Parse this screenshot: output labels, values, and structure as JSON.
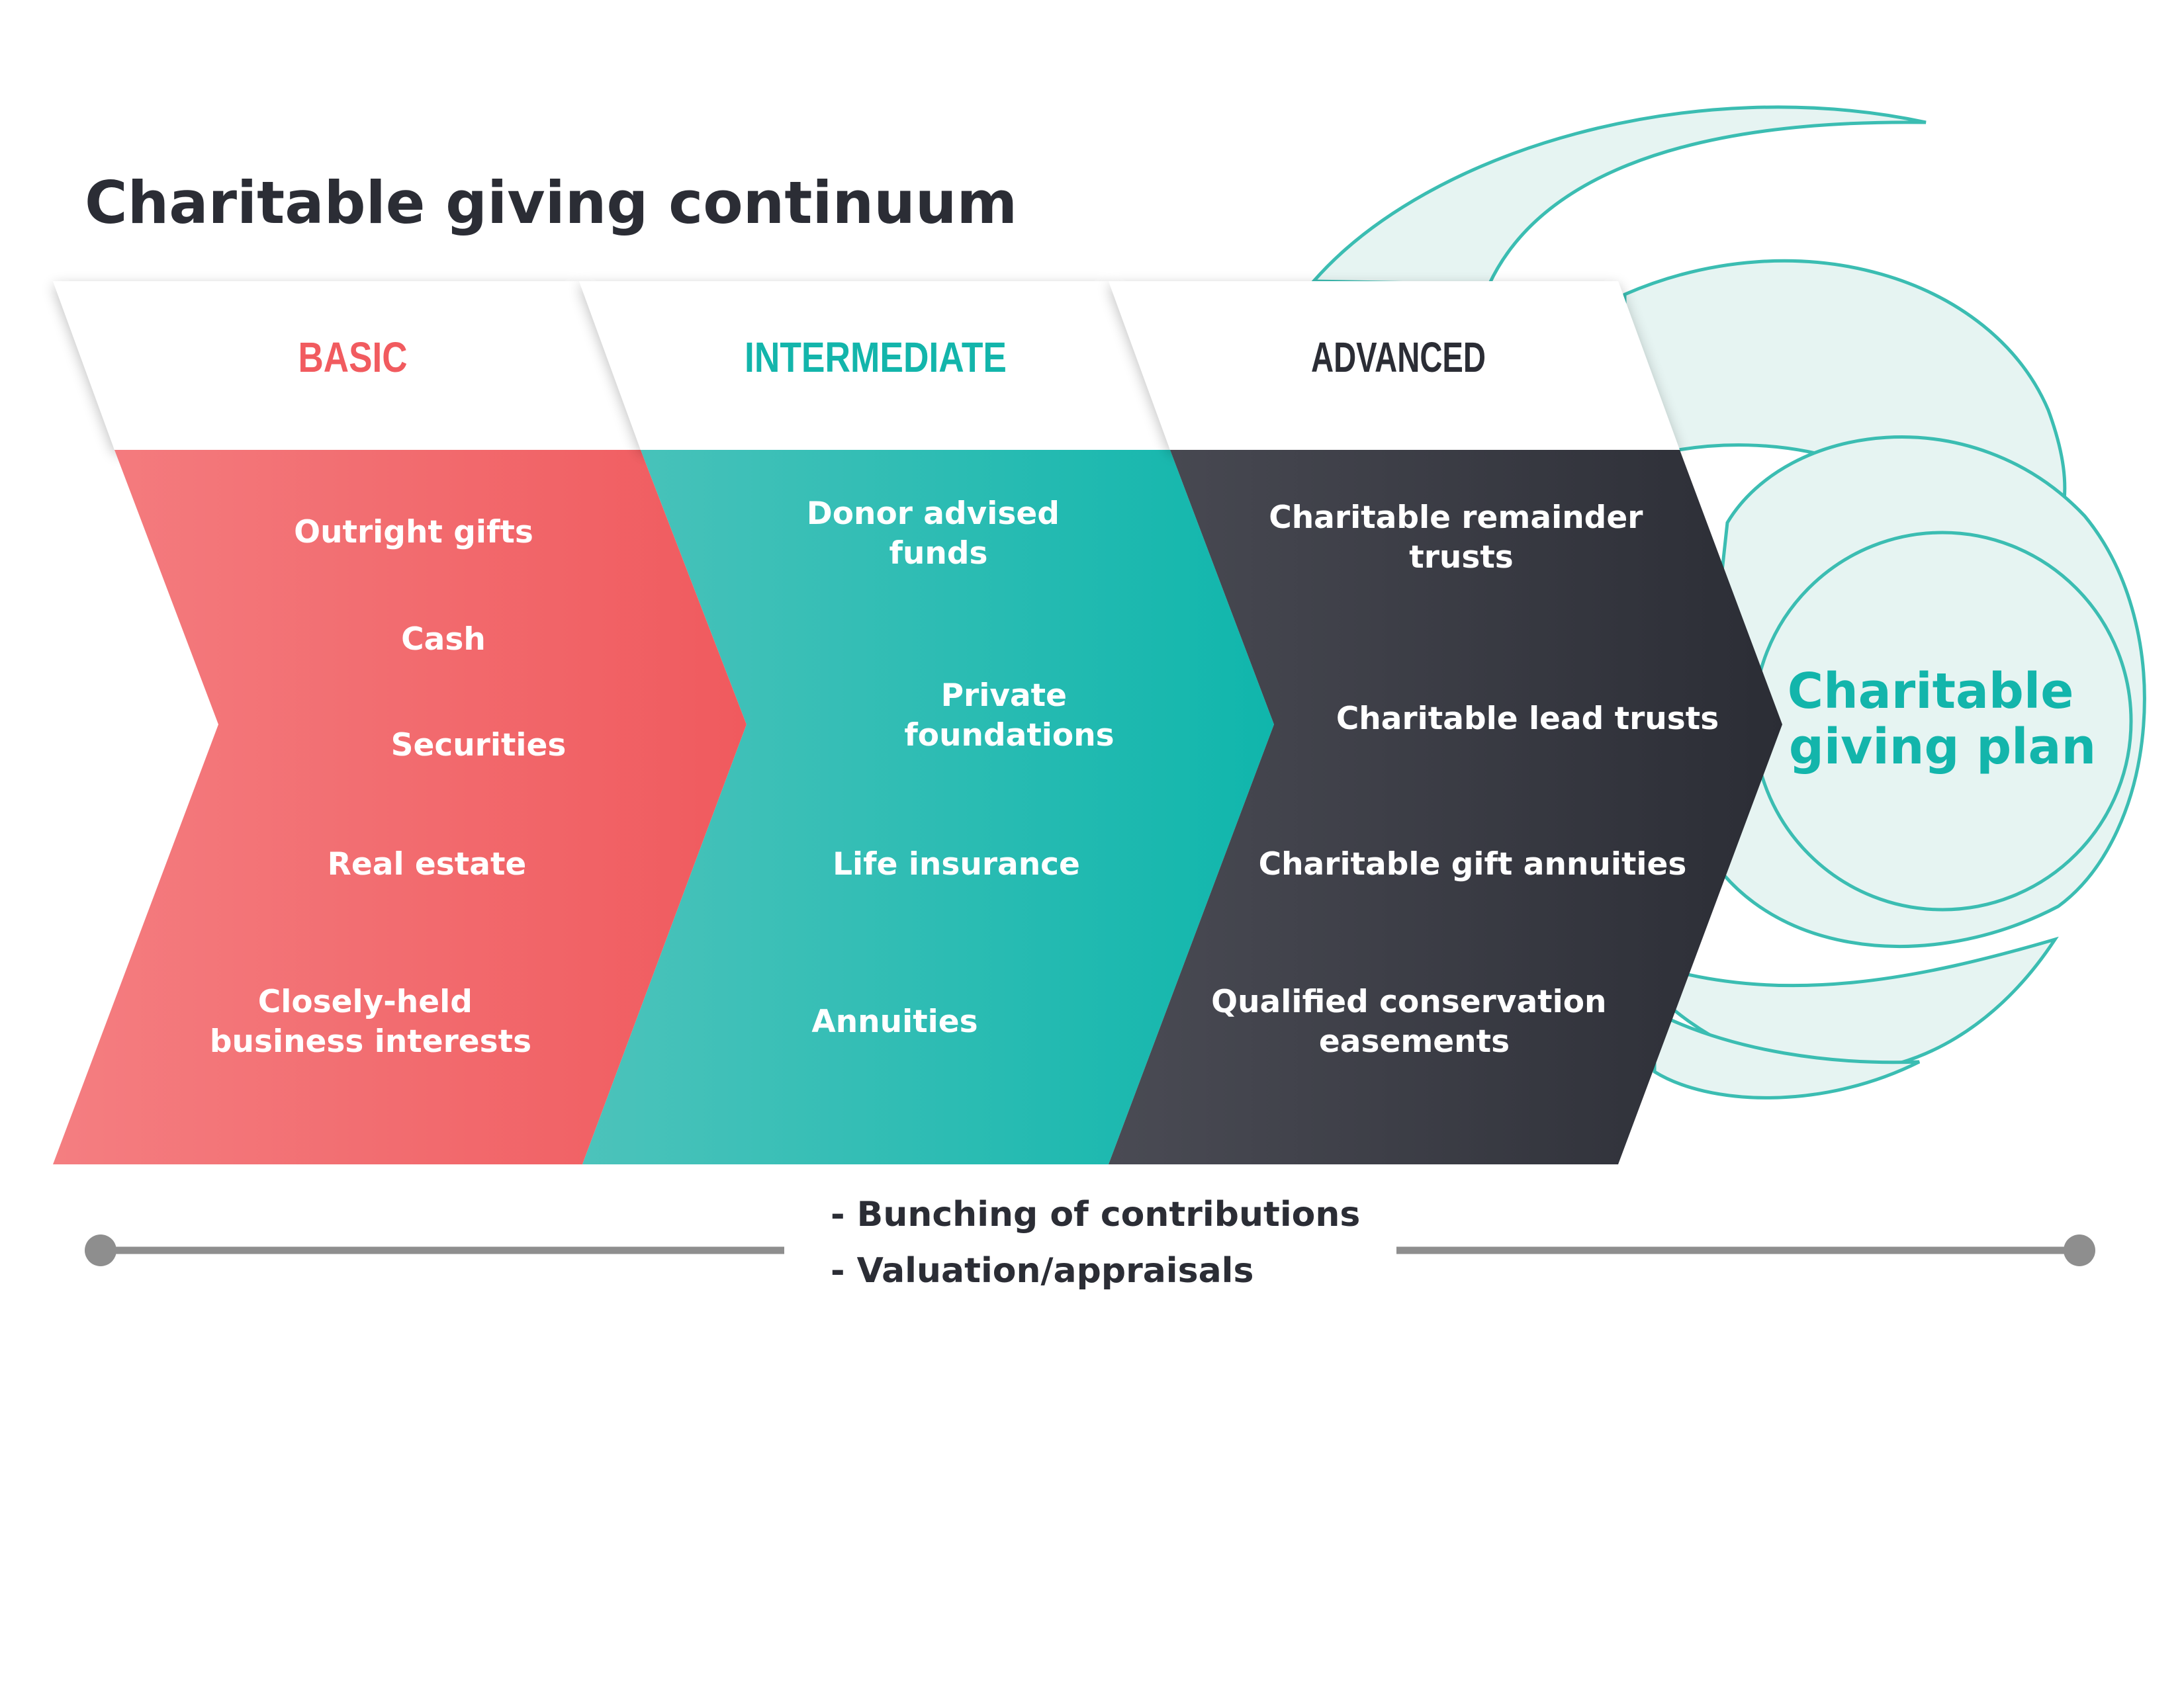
{
  "title": "Charitable giving continuum",
  "colors": {
    "basic": "#f15b5f",
    "intermediate": "#13b5ab",
    "advanced": "#2b2d35",
    "swirl_fill": "#e6f4f2",
    "swirl_stroke": "#3bbdb2",
    "timeline": "#8e8e8e"
  },
  "stages": [
    {
      "label": "BASIC",
      "items": [
        "Outright gifts",
        "Cash",
        "Securities",
        "Real estate",
        "Closely-held business interests"
      ]
    },
    {
      "label": "INTERMEDIATE",
      "items": [
        "Donor advised funds",
        "Private foundations",
        "Life insurance",
        "Annuities"
      ]
    },
    {
      "label": "ADVANCED",
      "items": [
        "Charitable remainder trusts",
        "Charitable lead trusts",
        "Charitable gift annuities",
        "Qualified conservation easements"
      ]
    }
  ],
  "plan": {
    "line1": "Charitable",
    "line2": "giving plan"
  },
  "notes": [
    "- Bunching of contributions",
    "- Valuation/appraisals"
  ]
}
